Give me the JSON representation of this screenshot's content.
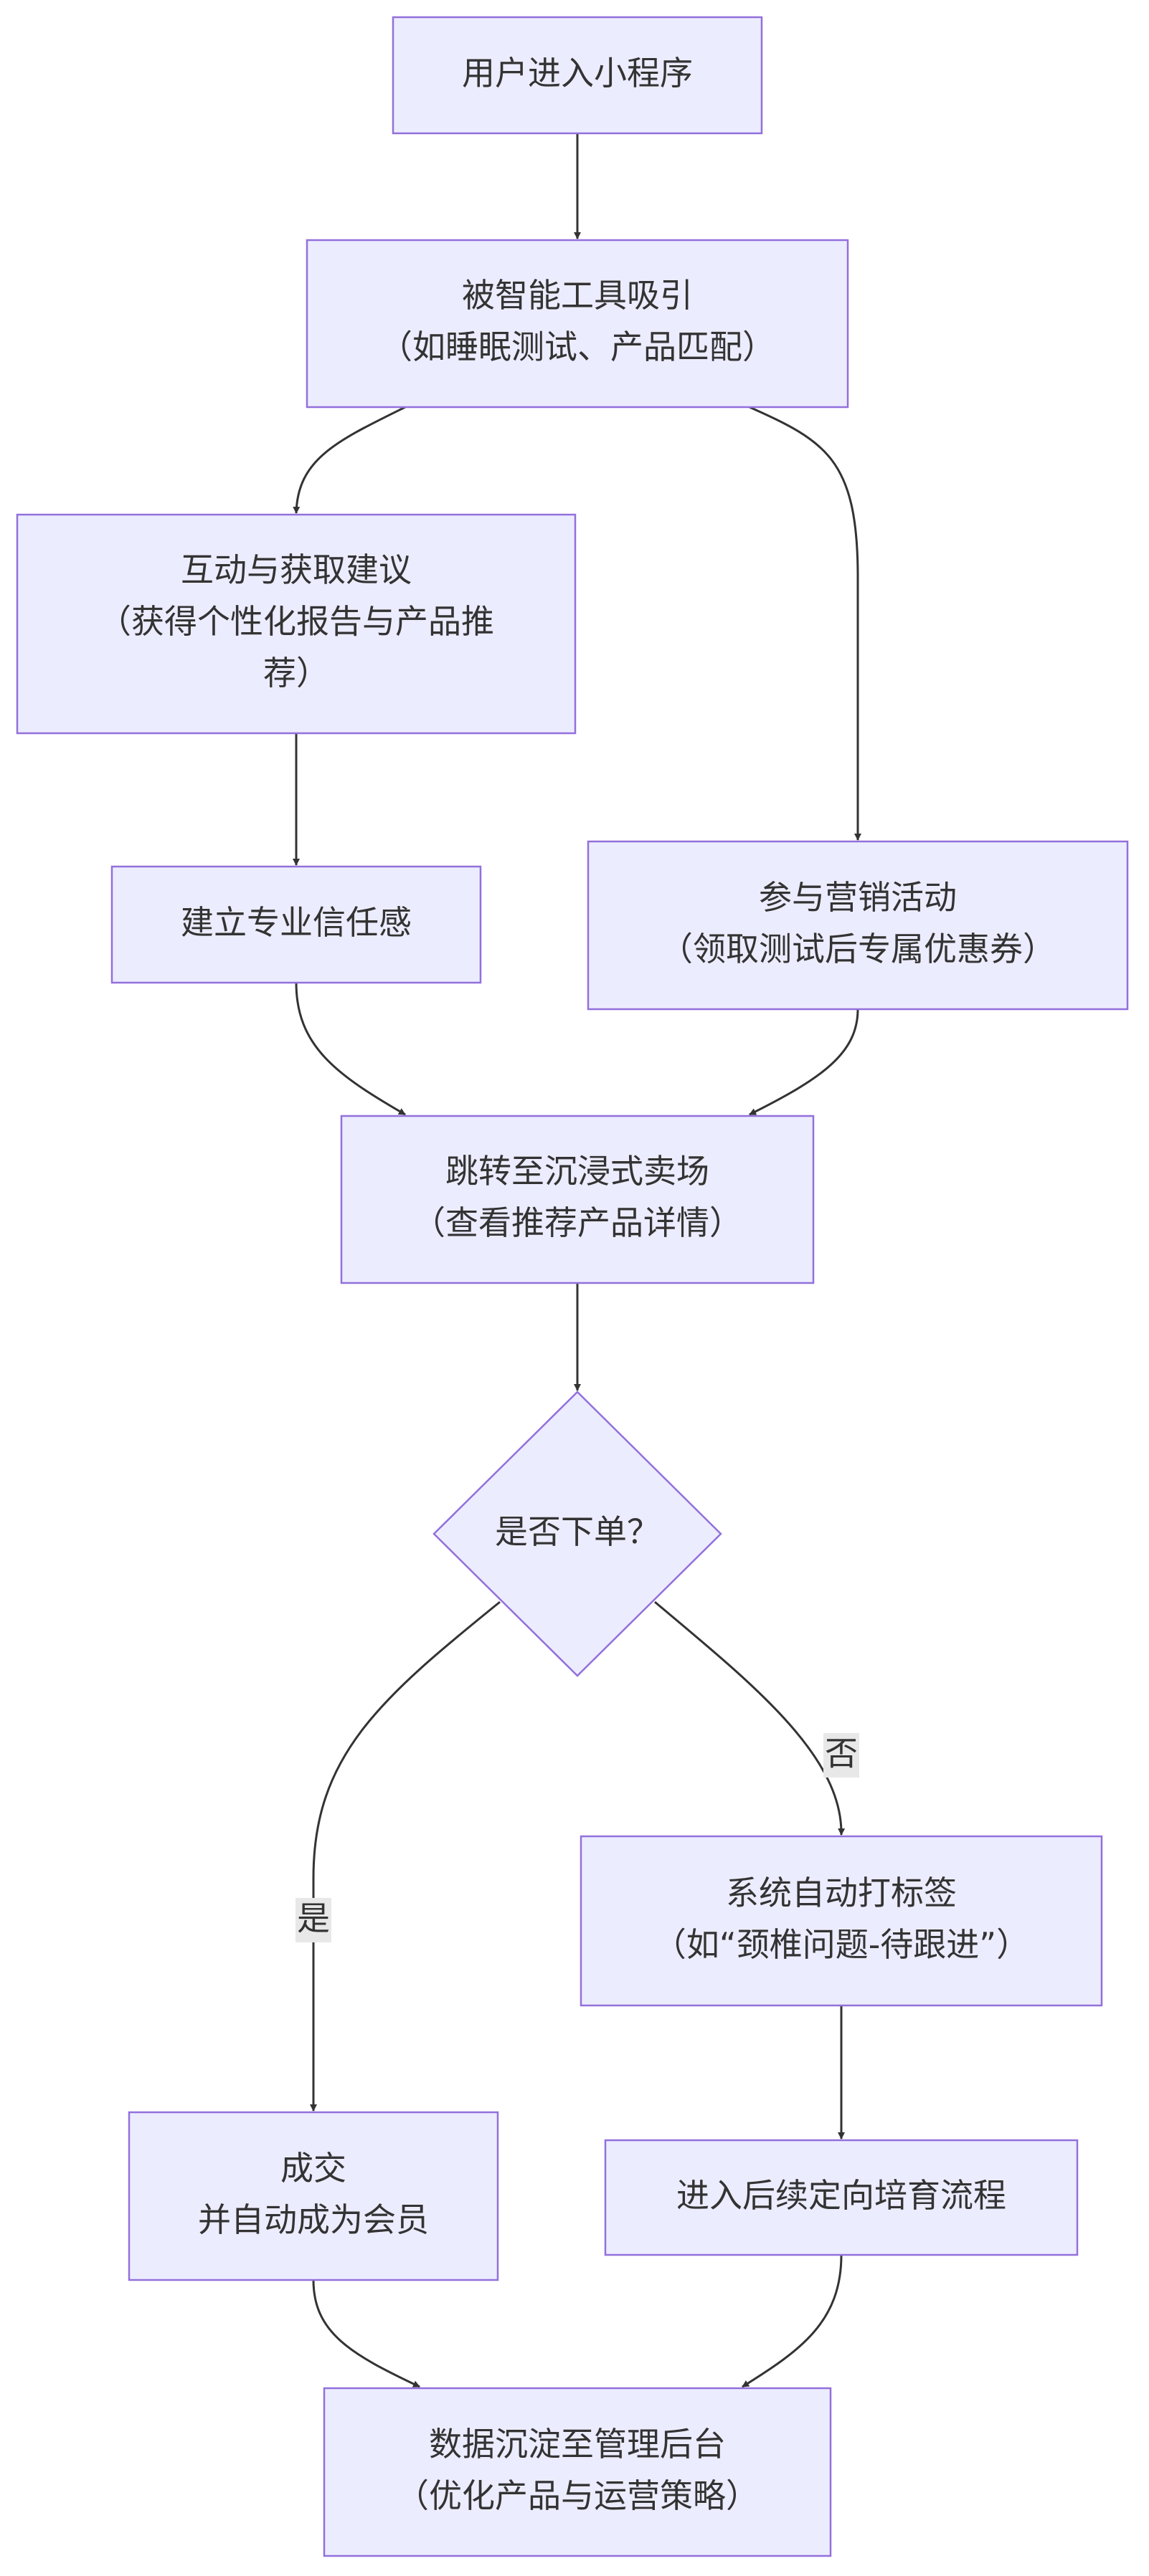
{
  "nodes": {
    "enter": {
      "lines": [
        "用户进入小程序"
      ]
    },
    "attract": {
      "lines": [
        "被智能工具吸引",
        "（如睡眠测试、产品匹配）"
      ]
    },
    "interact": {
      "lines": [
        "互动与获取建议",
        "（获得个性化报告与产品推",
        "荐）"
      ]
    },
    "marketing": {
      "lines": [
        "参与营销活动",
        "（领取测试后专属优惠券）"
      ]
    },
    "trust": {
      "lines": [
        "建立专业信任感"
      ]
    },
    "store": {
      "lines": [
        "跳转至沉浸式卖场",
        "（查看推荐产品详情）"
      ]
    },
    "decision": {
      "lines": [
        "是否下单？"
      ]
    },
    "tagging": {
      "lines": [
        "系统自动打标签",
        "（如“颈椎问题-待跟进”）"
      ]
    },
    "deal": {
      "lines": [
        "成交",
        "并自动成为会员"
      ]
    },
    "nurture": {
      "lines": [
        "进入后续定向培育流程"
      ]
    },
    "backend": {
      "lines": [
        "数据沉淀至管理后台",
        "（优化产品与运营策略）"
      ]
    }
  },
  "edges": {
    "yes_label": "是",
    "no_label": "否"
  }
}
